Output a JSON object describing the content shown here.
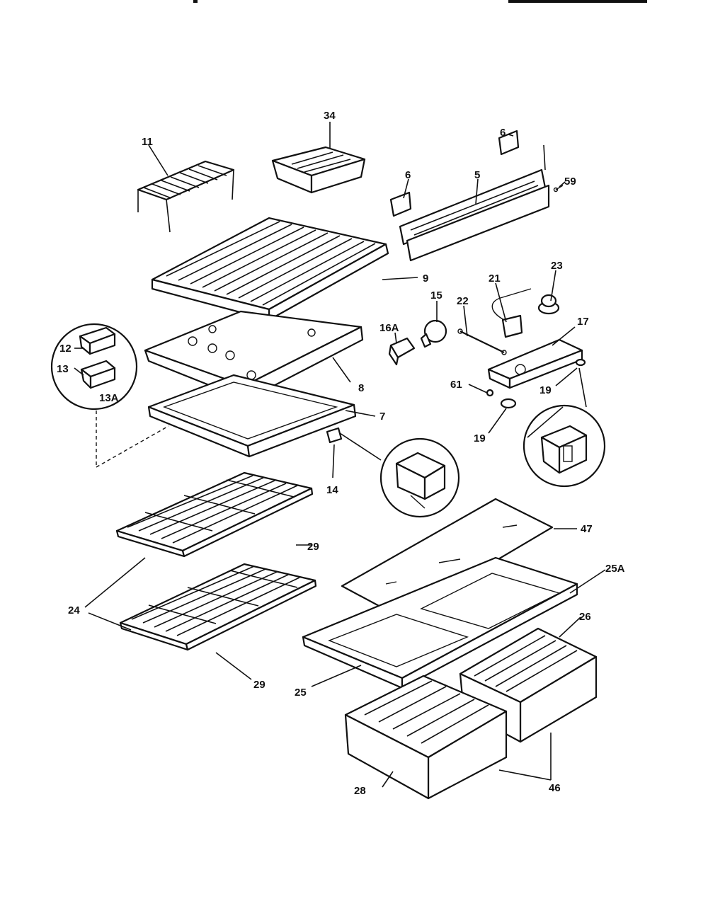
{
  "header": {
    "text": ""
  },
  "callouts": {
    "c34": "34",
    "c11": "11",
    "c6a": "6",
    "c6b": "6",
    "c5": "5",
    "c59": "59",
    "c9": "9",
    "c21": "21",
    "c23": "23",
    "c15": "15",
    "c16a": "16A",
    "c22": "22",
    "c17": "17",
    "c12": "12",
    "c13": "13",
    "c13a": "13A",
    "c8": "8",
    "c61": "61",
    "c19a": "19",
    "c7": "7",
    "c19b": "19",
    "c14": "14",
    "c47": "47",
    "c29a": "29",
    "c25a": "25A",
    "c24": "24",
    "c26": "26",
    "c29b": "29",
    "c25": "25",
    "c28": "28",
    "c46": "46"
  }
}
